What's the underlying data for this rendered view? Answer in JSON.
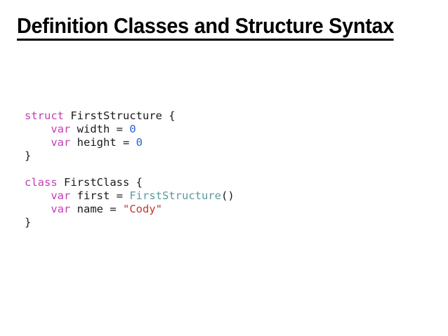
{
  "slide": {
    "title": "Definition Classes and Structure Syntax",
    "background_color": "#ffffff",
    "title_color": "#000000"
  },
  "syntax_colors": {
    "keyword": "#c03fb5",
    "number": "#2a5fd0",
    "type": "#5b9aa0",
    "string": "#c0392b",
    "plain": "#1a1a1a"
  },
  "code": {
    "language": "swift",
    "full_text": "struct FirstStructure {\n    var width = 0\n    var height = 0\n}\n\nclass FirstClass {\n    var first = FirstStructure()\n    var name = \"Cody\"\n}",
    "lines": [
      {
        "index": 0,
        "text": "struct FirstStructure {",
        "tokens": [
          {
            "t": "struct",
            "k": "keyword"
          },
          {
            "t": " FirstStructure {",
            "k": "plain"
          }
        ]
      },
      {
        "index": 1,
        "text": "    var width = 0",
        "tokens": [
          {
            "t": "    ",
            "k": "plain"
          },
          {
            "t": "var",
            "k": "keyword"
          },
          {
            "t": " width = ",
            "k": "plain"
          },
          {
            "t": "0",
            "k": "number"
          }
        ]
      },
      {
        "index": 2,
        "text": "    var height = 0",
        "tokens": [
          {
            "t": "    ",
            "k": "plain"
          },
          {
            "t": "var",
            "k": "keyword"
          },
          {
            "t": " height = ",
            "k": "plain"
          },
          {
            "t": "0",
            "k": "number"
          }
        ]
      },
      {
        "index": 3,
        "text": "}",
        "tokens": [
          {
            "t": "}",
            "k": "plain"
          }
        ]
      },
      {
        "index": 4,
        "text": "",
        "tokens": []
      },
      {
        "index": 5,
        "text": "class FirstClass {",
        "tokens": [
          {
            "t": "class",
            "k": "keyword"
          },
          {
            "t": " FirstClass {",
            "k": "plain"
          }
        ]
      },
      {
        "index": 6,
        "text": "    var first = FirstStructure()",
        "tokens": [
          {
            "t": "    ",
            "k": "plain"
          },
          {
            "t": "var",
            "k": "keyword"
          },
          {
            "t": " first = ",
            "k": "plain"
          },
          {
            "t": "FirstStructure",
            "k": "type"
          },
          {
            "t": "()",
            "k": "plain"
          }
        ]
      },
      {
        "index": 7,
        "text": "    var name = \"Cody\"",
        "tokens": [
          {
            "t": "    ",
            "k": "plain"
          },
          {
            "t": "var",
            "k": "keyword"
          },
          {
            "t": " name = ",
            "k": "plain"
          },
          {
            "t": "\"Cody\"",
            "k": "string"
          }
        ]
      },
      {
        "index": 8,
        "text": "}",
        "tokens": [
          {
            "t": "}",
            "k": "plain"
          }
        ]
      }
    ]
  }
}
